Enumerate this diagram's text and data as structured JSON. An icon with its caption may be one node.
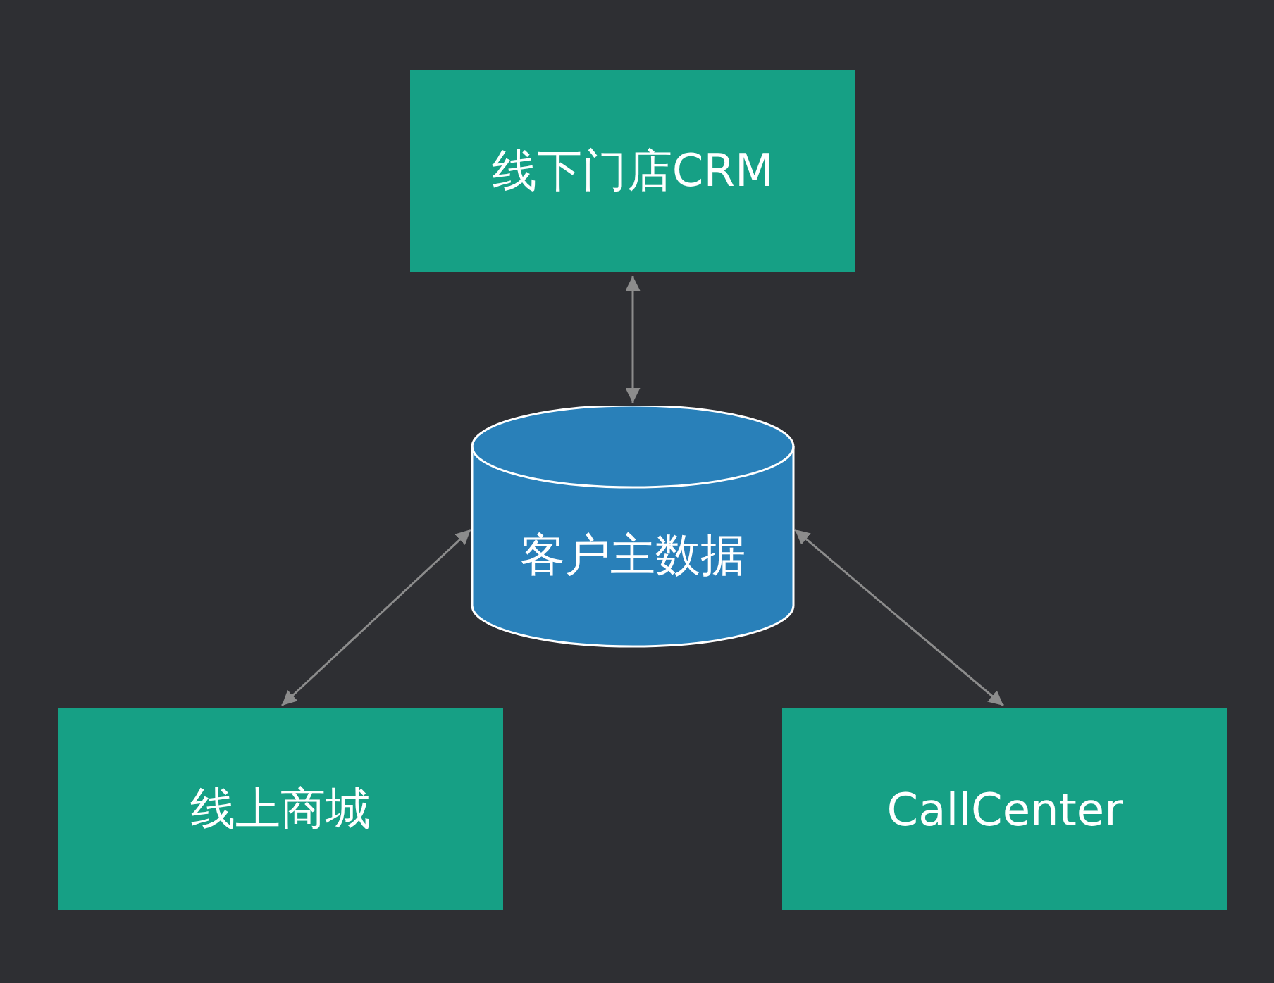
{
  "diagram": {
    "nodes": [
      {
        "text": [
          "线下门店CRM"
        ]
      },
      {
        "text": [
          "客户主数据"
        ]
      },
      {
        "text": [
          "线上商城"
        ]
      },
      {
        "text": [
          "CallCenter"
        ]
      }
    ],
    "edges": [
      {
        "from": 0,
        "to": 1,
        "arrow": "both"
      },
      {
        "from": 1,
        "to": 2,
        "arrow": "both"
      },
      {
        "from": 1,
        "to": 3,
        "arrow": "both"
      }
    ]
  }
}
